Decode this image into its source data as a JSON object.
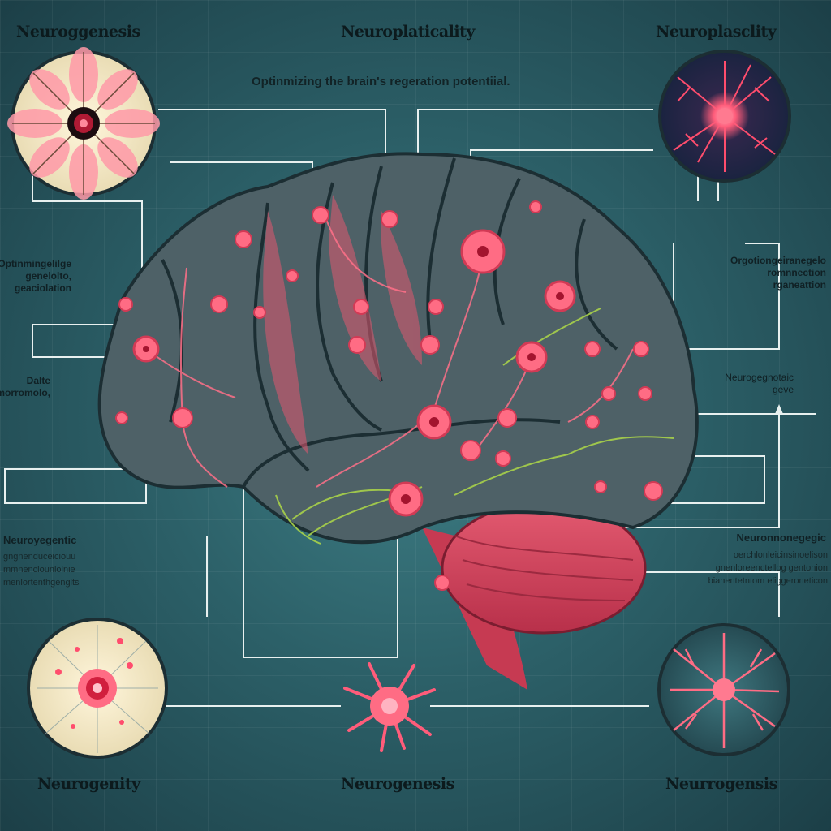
{
  "header": {
    "title_left": "Neuroggenesis",
    "title_center": "Neuroplaticality",
    "title_right": "Neuroplasclity",
    "subtitle": "Optinmizing the brain's regeration potentiial."
  },
  "left_labels": {
    "block1": [
      "Optinmingelilge",
      "genelolto,",
      "geaciolation"
    ],
    "block2": [
      "Dalte",
      "morromolo,"
    ],
    "block3_head": "Neuroyegentic",
    "block3": [
      "gngnenduceiciouu",
      "mmnenclounlolnie",
      "menlortenthgenglts"
    ]
  },
  "right_labels": {
    "block1": [
      "Orgotiongeiranegelo",
      "romnnection",
      "rganeattion"
    ],
    "block2": [
      "Neurogegnotaic",
      "geve"
    ],
    "block3_head": "Neuronnonegegic",
    "block3": [
      "oerchlonleicinsinoelison",
      "gnenloreenctellog gentonion",
      "biahentetntom eliggeroneticon"
    ]
  },
  "footer": {
    "left": "Neurogenity",
    "center": "Neurogenesis",
    "right": "Neurrogensis"
  },
  "colors": {
    "accent_pink": "#ff5c7a",
    "brain_slate": "#4e6167",
    "cerebellum_red": "#d9475f",
    "dendrite_green": "#a8d24a"
  }
}
